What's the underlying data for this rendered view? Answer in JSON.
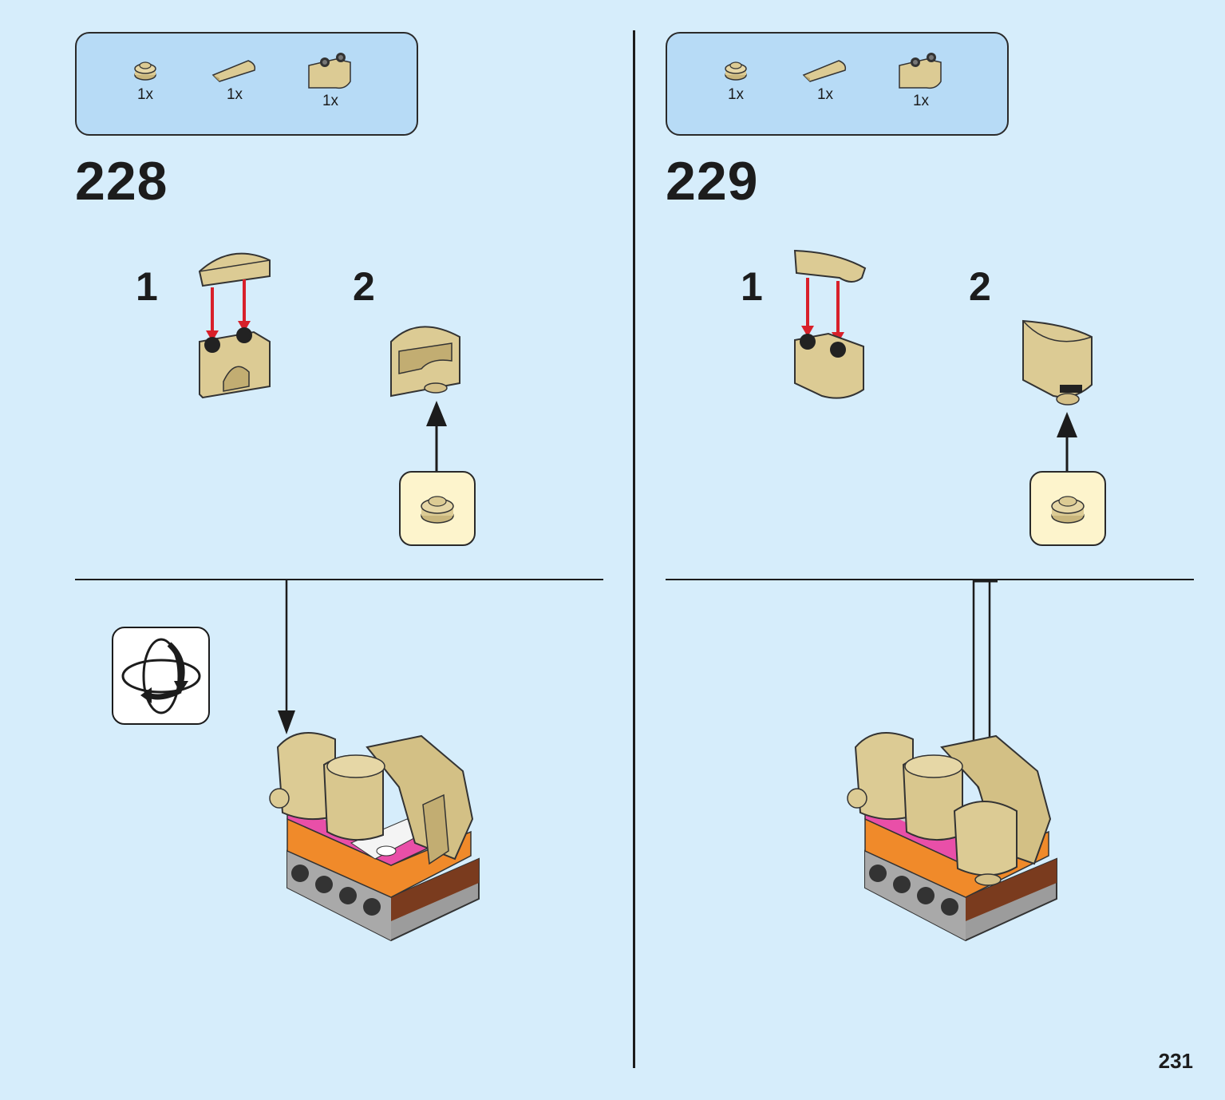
{
  "page": {
    "number": "231"
  },
  "steps": [
    {
      "number": "228",
      "parts": [
        {
          "qty": "1x",
          "icon": "round-plate-1x1-tan-icon"
        },
        {
          "qty": "1x",
          "icon": "curved-tile-tan-icon"
        },
        {
          "qty": "1x",
          "icon": "curved-brick-tan-icon"
        }
      ],
      "substeps": [
        "1",
        "2"
      ],
      "rotate_icon": "rotate-model-icon"
    },
    {
      "number": "229",
      "parts": [
        {
          "qty": "1x",
          "icon": "round-plate-1x1-tan-icon"
        },
        {
          "qty": "1x",
          "icon": "curved-tile-tan-icon"
        },
        {
          "qty": "1x",
          "icon": "curved-brick-tan-icon"
        }
      ],
      "substeps": [
        "1",
        "2"
      ]
    }
  ],
  "colors": {
    "background": "#d6edfb",
    "parts_box": "#b7dbf6",
    "callout": "#fdf4cc",
    "tan": "#dccb94",
    "arrow_red": "#d8202a"
  }
}
